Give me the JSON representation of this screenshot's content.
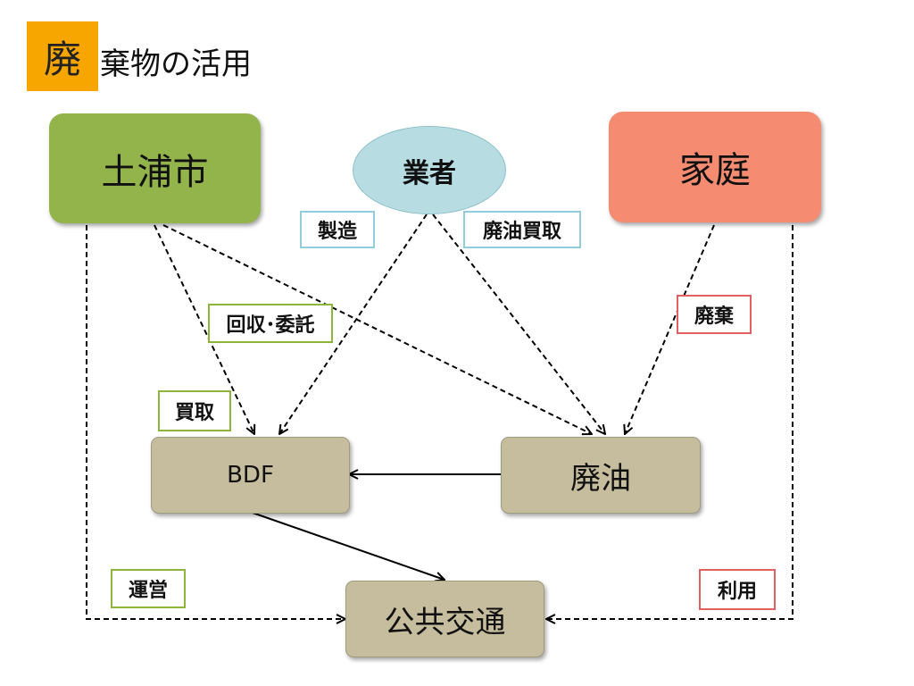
{
  "title": {
    "badge": "廃",
    "text": "棄物の活用"
  },
  "nodes": {
    "tsuchiura": "土浦市",
    "gyosha": "業者",
    "katei": "家庭",
    "bdf": "BDF",
    "haiyu": "廃油",
    "kokyo": "公共交通"
  },
  "labels": {
    "seizo": "製造",
    "haiyu_kaitori": "廃油買取",
    "kaishu_itaku": "回収･委託",
    "haiki": "廃棄",
    "kaitori": "買取",
    "unei": "運営",
    "riyo": "利用"
  },
  "colors": {
    "title_badge": "#f7a600",
    "city": "#93b44a",
    "vendor": "#b7dde3",
    "household": "#f58b71",
    "product": "#c5bd9d",
    "label_green": "#8db53a",
    "label_blue": "#93cddd",
    "label_red": "#e16060"
  }
}
